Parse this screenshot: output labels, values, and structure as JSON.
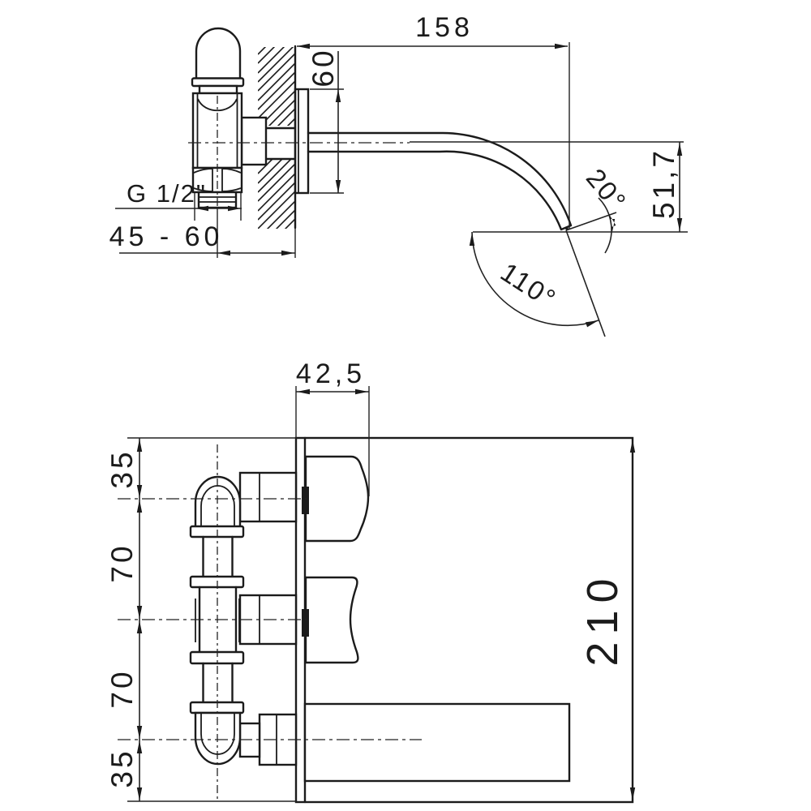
{
  "drawing": {
    "type": "technical-dimension-drawing",
    "subject": "wall-mounted waterfall basin spout with concealed valves",
    "units": "mm",
    "colors": {
      "line": "#1b1b1b",
      "background": "#ffffff"
    },
    "side_view": {
      "dims": {
        "spout_reach": "158",
        "flange_size": "60",
        "thread": "G 1/2\"",
        "wall_depth_range": "45 - 60",
        "spout_drop": "51,7",
        "outlet_tilt": "20°",
        "bend_angle": "110°"
      }
    },
    "front_view": {
      "dims": {
        "projection": "42,5",
        "offset_top": "35",
        "pitch_upper": "70",
        "pitch_lower": "70",
        "offset_bottom": "35",
        "plate_height": "210"
      }
    }
  }
}
